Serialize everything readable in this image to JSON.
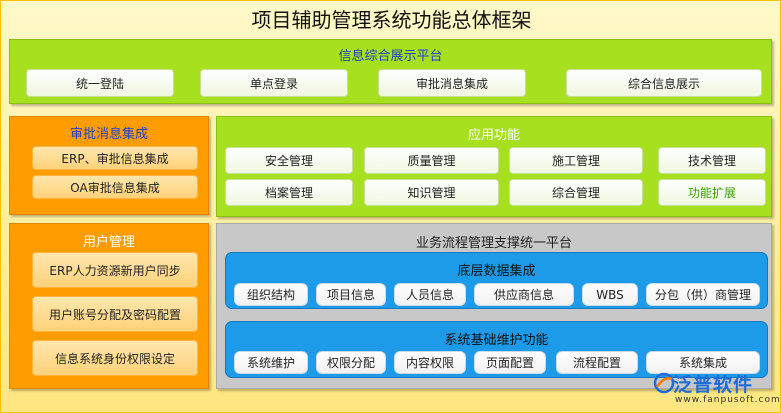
{
  "title": "项目辅助管理系统功能总体框架",
  "top_panel": {
    "title": "信息综合展示平台",
    "items": [
      "统一登陆",
      "单点登录",
      "审批消息集成",
      "综合信息展示"
    ]
  },
  "approval_panel": {
    "title": "审批消息集成",
    "items": [
      "ERP、审批信息集成",
      "OA审批信息集成"
    ]
  },
  "app_panel": {
    "title": "应用功能",
    "items": [
      "安全管理",
      "质量管理",
      "施工管理",
      "技术管理",
      "档案管理",
      "知识管理",
      "综合管理",
      "功能扩展"
    ]
  },
  "user_panel": {
    "title": "用户管理",
    "items": [
      "ERP人力资源新用户同步",
      "用户账号分配及密码配置",
      "信息系统身份权限设定"
    ]
  },
  "platform_panel": {
    "title": "业务流程管理支撑统一平台",
    "data_title": "底层数据集成",
    "data_items": [
      "组织结构",
      "项目信息",
      "人员信息",
      "供应商信息",
      "WBS",
      "分包（供）商管理"
    ],
    "maint_title": "系统基础维护功能",
    "maint_items": [
      "系统维护",
      "权限分配",
      "内容权限",
      "页面配置",
      "流程配置",
      "系统集成"
    ]
  },
  "watermark": {
    "name": "泛普软件",
    "url": "www.fanpusoft.com"
  },
  "colors": {
    "green_panel": "#a6e01f",
    "orange_panel": "#ff9d00",
    "gray_panel": "#c8c8c8",
    "blue_panel": "#1e9be8",
    "accent_blue_title": "#1f3fd0",
    "extension_text": "#3aa000"
  }
}
